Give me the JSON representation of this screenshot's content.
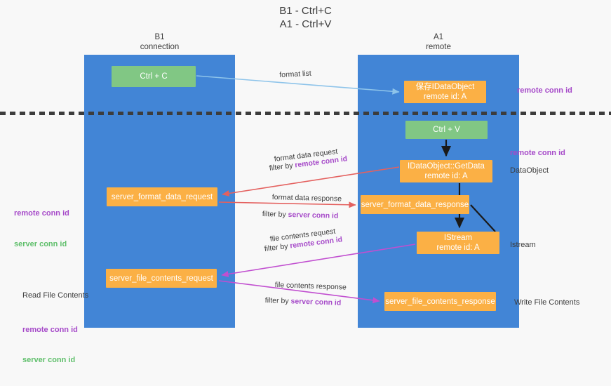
{
  "title": "B1 - Ctrl+C\nA1 - Ctrl+V",
  "lanes": {
    "b1": {
      "head": "B1\nconnection",
      "color": "#4285d6"
    },
    "a1": {
      "head": "A1\nremote",
      "color": "#4285d6"
    }
  },
  "colors": {
    "lane": "#4285d6",
    "green_node": "#81c784",
    "orange_node": "#fbb045",
    "remote_conn_id": "#a64ac9",
    "server_conn_id": "#5fbf6b",
    "arrow_blue": "#8ec4ea",
    "arrow_red": "#e4615f",
    "arrow_purple": "#c14fd0",
    "arrow_black": "#1a1a1a",
    "divider": "#3c3c3c",
    "text": "#3c3c3c",
    "background": "#f8f8f8"
  },
  "nodes": {
    "ctrl_c": {
      "label": "Ctrl + C",
      "sub": ""
    },
    "save_idataobject": {
      "label": "保存IDataObject",
      "sub": "remote id: A"
    },
    "ctrl_v": {
      "label": "Ctrl + V",
      "sub": ""
    },
    "getdata": {
      "label": "IDataObject::GetData",
      "sub": "remote id: A"
    },
    "format_data_request": {
      "label": "server_format_data_request",
      "sub": ""
    },
    "format_data_response": {
      "label": "server_format_data_response",
      "sub": ""
    },
    "istream": {
      "label": "IStream",
      "sub": "remote id: A"
    },
    "file_contents_request": {
      "label": "server_file_contents_request",
      "sub": ""
    },
    "file_contents_response": {
      "label": "server_file_contents_response",
      "sub": ""
    }
  },
  "edge_labels": {
    "format_list": "format list",
    "format_data_request": "format data request",
    "format_data_request_filter_prefix": "filter by ",
    "format_data_request_filter_key": "remote conn id",
    "format_data_response": "format data response",
    "format_data_response_filter_prefix": "filter by ",
    "format_data_response_filter_key": "server conn id",
    "file_contents_request": "file contents request",
    "file_contents_request_filter_prefix": "filter by ",
    "file_contents_request_filter_key": "remote conn id",
    "file_contents_response": "file contents response",
    "file_contents_response_filter_prefix": "filter by ",
    "file_contents_response_filter_key": "server conn id"
  },
  "annotations": {
    "right_remote_conn_id_top": "remote conn id",
    "right_remote_conn_id_mid": "remote conn id",
    "right_dataobject": "DataObject",
    "right_istream": "Istream",
    "right_write_file_contents": "Write File Contents",
    "left_remote_conn_id_mid": "remote conn id",
    "left_server_conn_id_mid": "server conn id",
    "left_read_file_contents": "Read File Contents",
    "left_remote_conn_id_bottom": "remote conn id",
    "left_server_conn_id_bottom": "server conn id"
  }
}
